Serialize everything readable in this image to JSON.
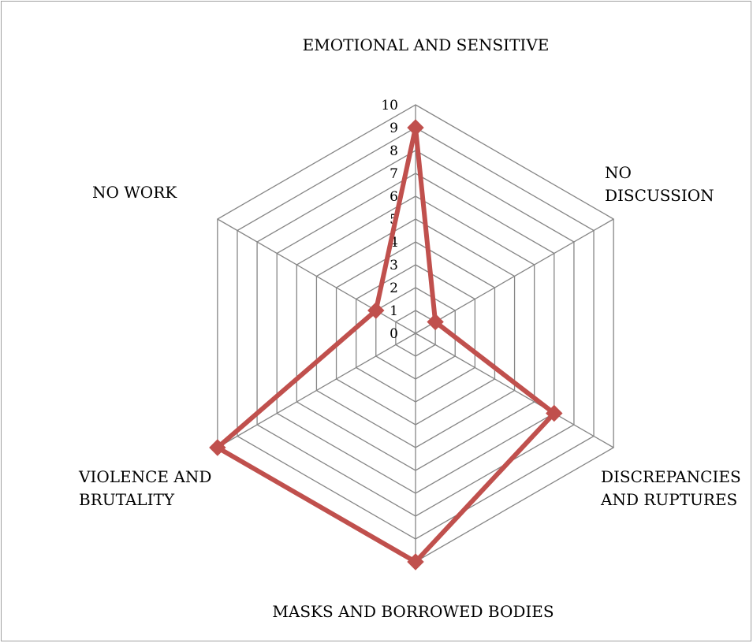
{
  "chart_data": {
    "type": "radar",
    "categories": [
      "EMOTIONAL AND SENSITIVE",
      "NO DISCUSSION",
      "DISCREPANCIES AND RUPTURES",
      "MASKS AND BORROWED BODIES",
      "VIOLENCE AND BRUTALITY",
      "NO WORK"
    ],
    "category_lines": [
      [
        "EMOTIONAL AND SENSITIVE"
      ],
      [
        "NO",
        "DISCUSSION"
      ],
      [
        "DISCREPANCIES",
        "AND RUPTURES"
      ],
      [
        "MASKS AND BORROWED BODIES"
      ],
      [
        "VIOLENCE AND",
        "BRUTALITY"
      ],
      [
        "NO WORK"
      ]
    ],
    "series": [
      {
        "values": [
          9,
          1,
          7,
          10,
          10,
          2
        ]
      }
    ],
    "rlim": [
      0,
      10
    ],
    "ticks": [
      "0",
      "1",
      "2",
      "3",
      "4",
      "5",
      "6",
      "7",
      "8",
      "9",
      "10"
    ],
    "grid": true,
    "legend": "none",
    "colors": {
      "series": "#c0504d",
      "grid": "#868686"
    }
  }
}
